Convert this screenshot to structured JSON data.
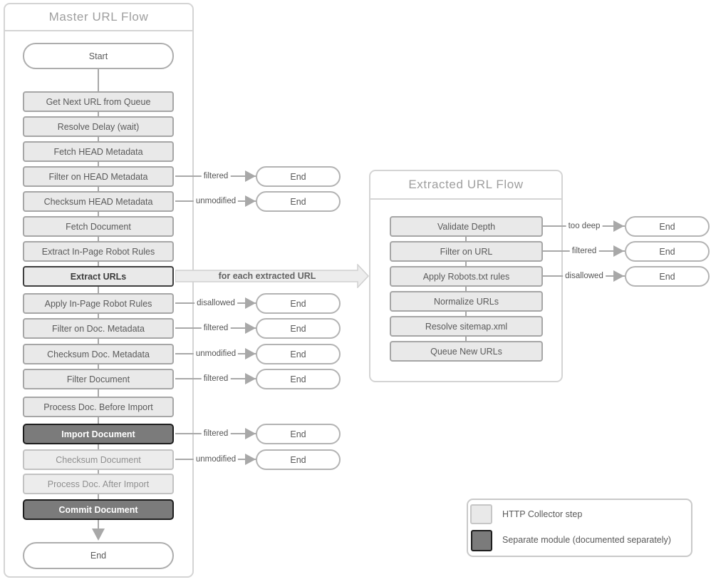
{
  "master": {
    "title": "Master URL Flow",
    "steps": [
      {
        "label": "Get Next URL from Queue"
      },
      {
        "label": "Resolve Delay (wait)"
      },
      {
        "label": "Fetch HEAD Metadata"
      },
      {
        "label": "Filter on HEAD Metadata",
        "branch": "filtered"
      },
      {
        "label": "Checksum HEAD Metadata",
        "branch": "unmodified"
      },
      {
        "label": "Fetch Document"
      },
      {
        "label": "Extract In-Page Robot Rules"
      },
      {
        "label": "Extract URLs",
        "emphasis": true
      },
      {
        "label": "Apply In-Page Robot Rules",
        "branch": "disallowed"
      },
      {
        "label": "Filter on Doc. Metadata",
        "branch": "filtered"
      },
      {
        "label": "Checksum Doc. Metadata",
        "branch": "unmodified"
      },
      {
        "label": "Filter Document",
        "branch": "filtered"
      },
      {
        "label": "Process Doc. Before Import"
      },
      {
        "label": "Import Document",
        "module": true,
        "branch": "filtered"
      },
      {
        "label": "Checksum Document",
        "branch": "unmodified"
      },
      {
        "label": "Process Doc. After Import"
      },
      {
        "label": "Commit Document",
        "module": true
      }
    ]
  },
  "extracted": {
    "title": "Extracted URL Flow",
    "steps": [
      {
        "label": "Validate Depth",
        "branch": "too deep"
      },
      {
        "label": "Filter on URL",
        "branch": "filtered"
      },
      {
        "label": "Apply Robots.txt rules",
        "branch": "disallowed"
      },
      {
        "label": "Normalize URLs"
      },
      {
        "label": "Resolve sitemap.xml"
      },
      {
        "label": "Queue New URLs"
      }
    ]
  },
  "terminals": {
    "start": "Start",
    "end": "End"
  },
  "connector": {
    "label": "for each extracted URL"
  },
  "legend": {
    "items": [
      {
        "swatch": "collector",
        "label": "HTTP Collector step"
      },
      {
        "swatch": "module",
        "label": "Separate module (documented separately)"
      }
    ]
  },
  "colors": {
    "collector_step_fill": "#e9e9e9",
    "collector_step_border": "#a6a6a6",
    "module_fill": "#7b7b7b",
    "module_border": "#1d1d1d",
    "line": "#a8a8a8",
    "panel_border": "#d4d4d4",
    "text": "#5a5a5a",
    "title_text": "#9e9e9e"
  }
}
